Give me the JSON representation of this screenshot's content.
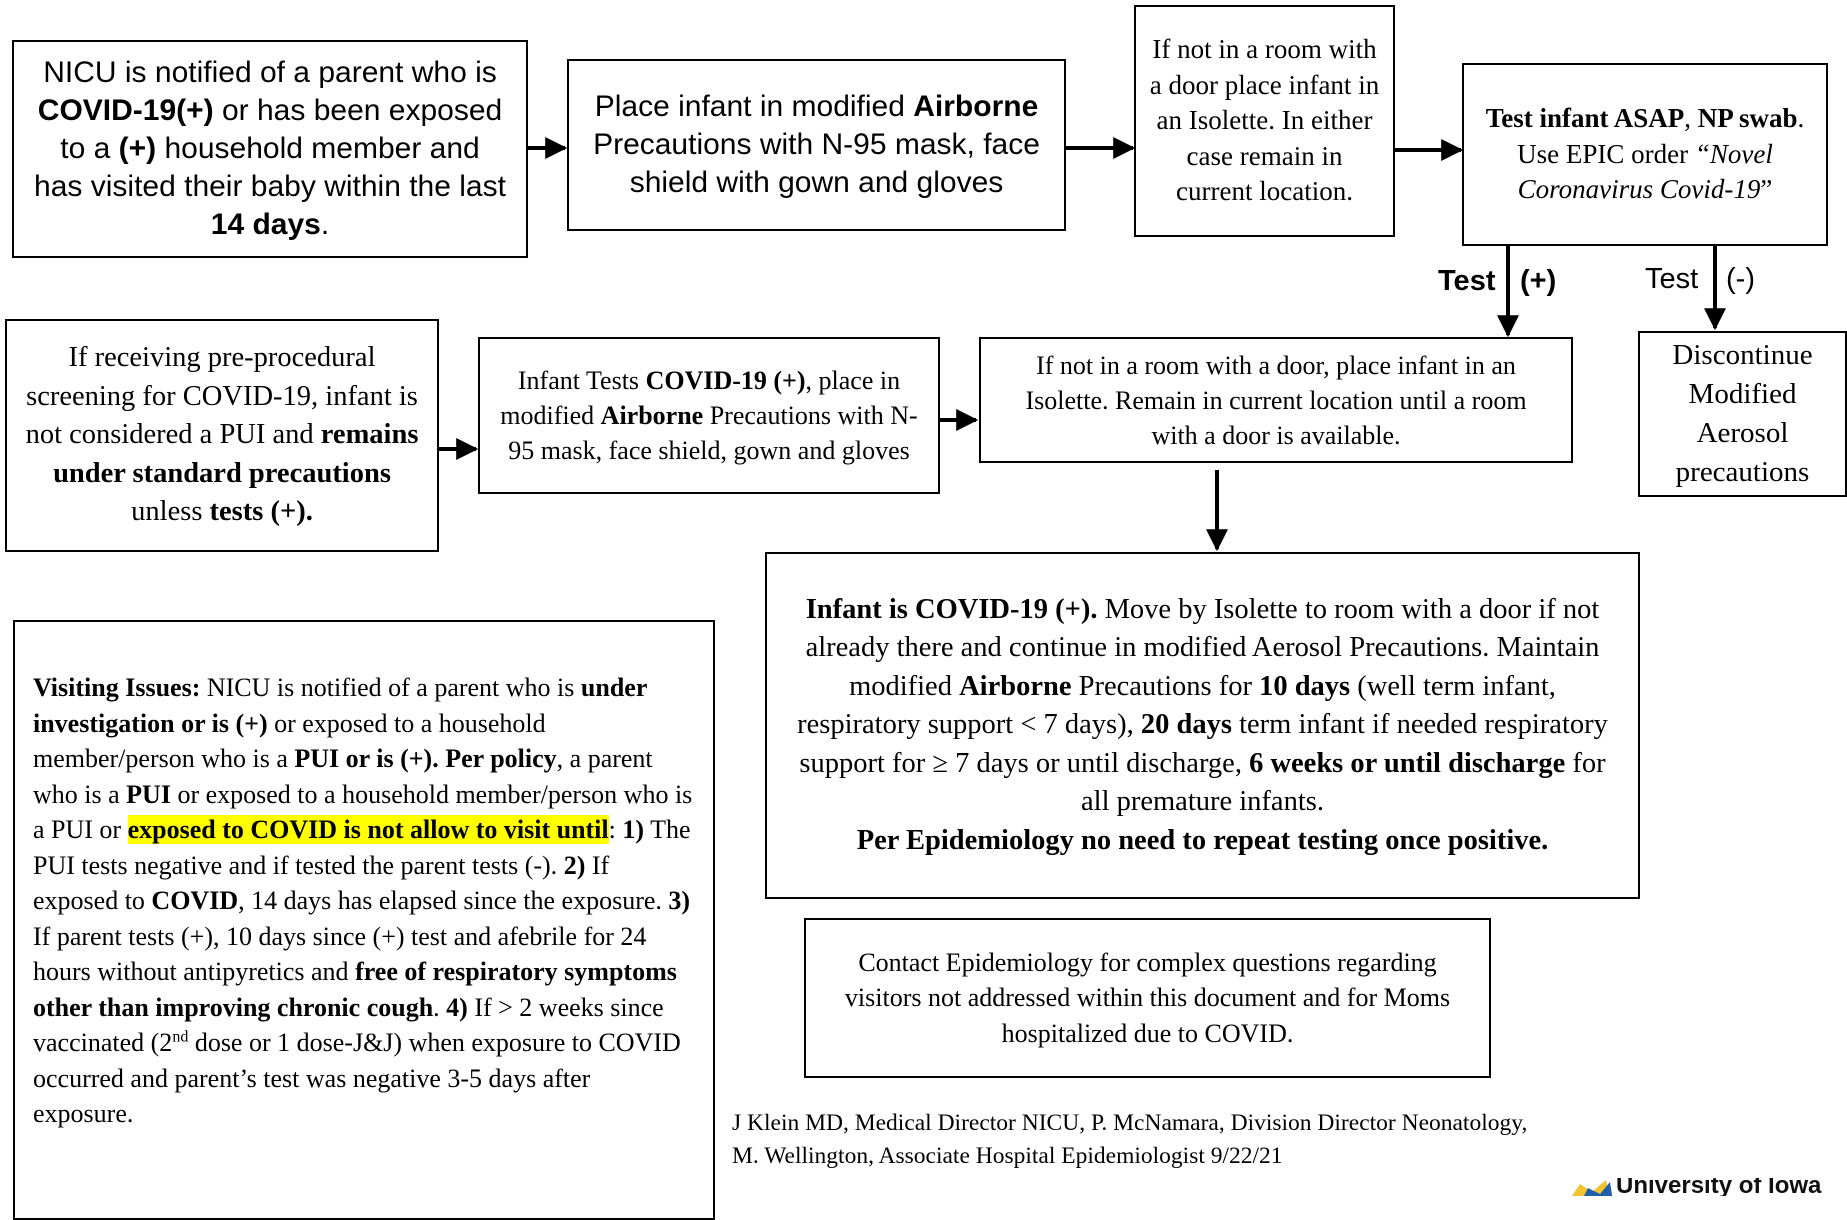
{
  "boxes": {
    "notify": {
      "t1": "NICU is notified of a parent who is ",
      "b1": "COVID-19(+)",
      "t2": " or has been exposed to a ",
      "b2": "(+)",
      "t3": " household member and has visited their baby within the last ",
      "b3": "14 days",
      "t4": "."
    },
    "place": {
      "t1": "Place infant in modified ",
      "b1": "Airborne",
      "t2": " Precautions with N-95 mask, face shield with gown and gloves"
    },
    "isolette": {
      "t1": "If not in a room with a door place infant in an Isolette. In either case remain in current location."
    },
    "test": {
      "b1": "Test infant ASAP",
      "t1": ", ",
      "b2": "NP swab",
      "t2": ". Use EPIC order ",
      "i1": "“Novel Coronavirus Covid-19",
      "t3": "”"
    },
    "preproc": {
      "t1": "If receiving pre-procedural screening for COVID-19, infant is not considered a PUI and ",
      "b1": "remains under standard precautions",
      "t2": " unless ",
      "b2": "tests (+)."
    },
    "positive": {
      "t1": "Infant Tests ",
      "b1": "COVID-19 (+)",
      "t2": ", place in modified ",
      "b2": "Airborne",
      "t3": " Precautions with N-95 mask, face shield, gown and gloves"
    },
    "noroom": {
      "t1": "If not in a room with a door, place infant in an Isolette. Remain in current location until a room with a door is available."
    },
    "discontinue": {
      "t1": "Discontinue Modified Aerosol precautions"
    },
    "infantpos": {
      "b1": "Infant is COVID-19 (+).",
      "t1": "  Move by Isolette to room with a door if not already there and continue in modified Aerosol Precautions. Maintain modified ",
      "b2": "Airborne",
      "t2": " Precautions for ",
      "b3": "10 days",
      "t3": " (well term infant, respiratory support < 7 days), ",
      "b4": "20 days",
      "t4": " term infant if needed respiratory support for ≥ 7 days or until discharge, ",
      "b5": "6 weeks or until discharge",
      "t5": " for all premature infants.",
      "b6": "Per Epidemiology no need to repeat testing once positive."
    },
    "visiting": {
      "b1": "Visiting Issues:",
      "t1": " NICU is notified of a parent who is ",
      "b2": "under investigation or is (+)",
      "t2": " or exposed to a household member/person who is a ",
      "b3": "PUI or is (+). Per policy",
      "t3": ", a parent who is a ",
      "b4": "PUI",
      "t4": " or exposed to a household member/person who is a PUI or ",
      "h1": "exposed to COVID is not allow to visit until",
      "t5": ": ",
      "b5": "1)",
      "t6": " The PUI tests negative and if tested the parent tests (-).  ",
      "b6": "2)",
      "t7": " If exposed to ",
      "b7": "COVID",
      "t8": ", 14 days has elapsed since the exposure. ",
      "b8": "3)",
      "t9": " If parent tests (+), 10 days since (+) test and afebrile for 24 hours without antipyretics and ",
      "b9": "free of respiratory symptoms other than improving chronic cough",
      "t10": ". ",
      "b10": "4)",
      "t11": " If > 2 weeks since vaccinated (2",
      "sup1": "nd",
      "t12": " dose or 1 dose-J&J) when exposure to COVID occurred and parent’s test was negative 3-5 days after exposure."
    },
    "contact": {
      "t1": "Contact Epidemiology for complex questions regarding visitors not addressed within this document and for Moms hospitalized due to COVID."
    }
  },
  "labels": {
    "test_pos_word": "Test",
    "test_pos_sign": "(+)",
    "test_neg_word": "Test",
    "test_neg_sign": "(-)"
  },
  "footer": {
    "credits": "J Klein MD, Medical Director NICU, P. McNamara, Division Director Neonatology, M. Wellington, Associate Hospital Epidemiologist 9/22/21",
    "logo_text": "University of Iowa"
  },
  "colors": {
    "highlight": "#ffff00",
    "logo_blue": "#1f5fa8",
    "logo_gold": "#f2c230"
  }
}
